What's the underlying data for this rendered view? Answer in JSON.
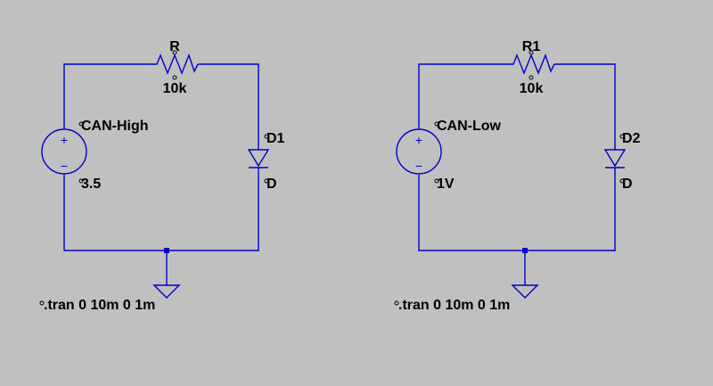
{
  "circuits": [
    {
      "resistor": {
        "name": "R",
        "value": "10k"
      },
      "source": {
        "name": "CAN-High",
        "value": "3.5"
      },
      "diode": {
        "name": "D1",
        "model": "D"
      },
      "directive": ".tran 0 10m 0 1m"
    },
    {
      "resistor": {
        "name": "R1",
        "value": "10k"
      },
      "source": {
        "name": "CAN-Low",
        "value": "1V"
      },
      "diode": {
        "name": "D2",
        "model": "D"
      },
      "directive": ".tran 0 10m 0 1m"
    }
  ],
  "symbols": {
    "plus": "+",
    "minus": "−"
  },
  "colors": {
    "background": "#c0c0c0",
    "wire": "#0000c8",
    "text": "#000000"
  }
}
